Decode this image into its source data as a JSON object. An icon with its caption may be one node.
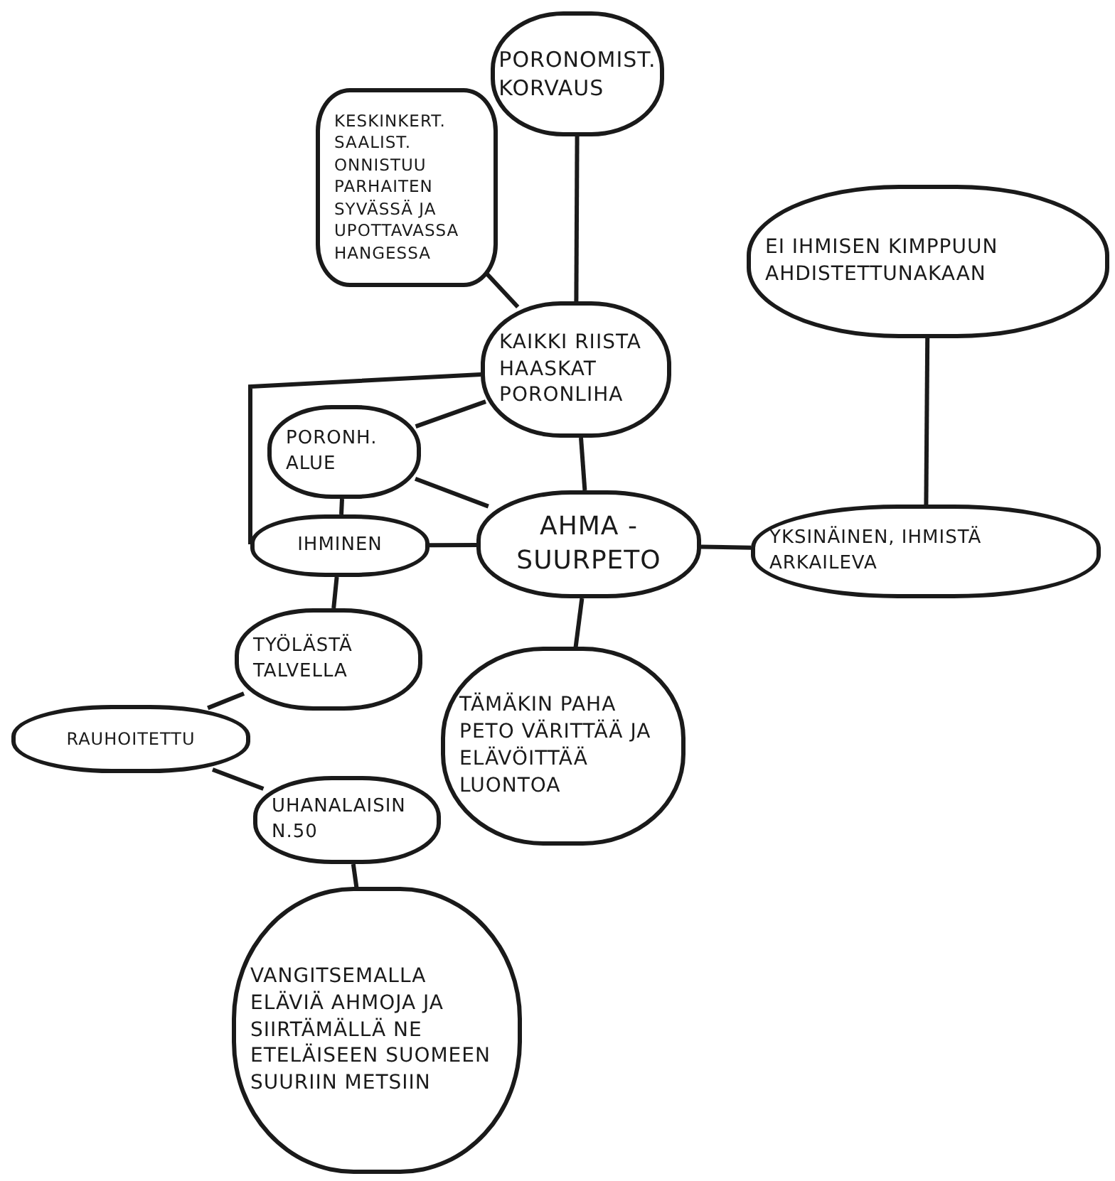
{
  "diagram": {
    "nodes": [
      {
        "text": [
          "PORONOMIST. KORVAUS"
        ]
      },
      {
        "text": [
          "KESKINKERT. SAALIST. ONNISTUU PARHAITEN SYVÄSSÄ JA UPOTTAVASSA HANGESSA"
        ]
      },
      {
        "text": [
          "EI IHMISEN KIMPPUUN AHDISTETTUNAKAAN"
        ]
      },
      {
        "text": [
          "KAIKKI RIISTA HAASKAT PORONLIHA"
        ]
      },
      {
        "text": [
          "PORONH. ALUE"
        ]
      },
      {
        "text": [
          "AHMA -SUURPETO"
        ]
      },
      {
        "text": [
          "IHMINEN"
        ]
      },
      {
        "text": [
          "YKSINÄINEN, IHMISTÄ ARKAILEVA"
        ]
      },
      {
        "text": [
          "TYÖLÄSTÄ TALVELLA"
        ]
      },
      {
        "text": [
          "TÄMÄKIN PAHA PETO VÄRITTÄÄ JA ELÄVÖITTÄÄ LUONTOA"
        ]
      },
      {
        "text": [
          "RAUHOITETTU"
        ]
      },
      {
        "text": [
          "UHANALAISIN N.50"
        ]
      },
      {
        "text": [
          "VANGITSEMALLA ELÄVIÄ AHMOJA JA SIIRTÄMÄLLÄ NE ETELÄISEEN SUOMEEN SUURIIN METSIIN"
        ]
      }
    ],
    "edges": [
      {
        "from": 0,
        "to": 3,
        "arrow": "none"
      },
      {
        "from": 1,
        "to": 3,
        "arrow": "none"
      },
      {
        "from": 3,
        "to": 6,
        "arrow": "none"
      },
      {
        "from": 4,
        "to": 3,
        "arrow": "none"
      },
      {
        "from": 3,
        "to": 5,
        "arrow": "none"
      },
      {
        "from": 4,
        "to": 5,
        "arrow": "none"
      },
      {
        "from": 4,
        "to": 6,
        "arrow": "none"
      },
      {
        "from": 6,
        "to": 5,
        "arrow": "none"
      },
      {
        "from": 5,
        "to": 7,
        "arrow": "none"
      },
      {
        "from": 7,
        "to": 2,
        "arrow": "none"
      },
      {
        "from": 5,
        "to": 9,
        "arrow": "none"
      },
      {
        "from": 6,
        "to": 8,
        "arrow": "none"
      },
      {
        "from": 8,
        "to": 10,
        "arrow": "none"
      },
      {
        "from": 10,
        "to": 11,
        "arrow": "none"
      },
      {
        "from": 11,
        "to": 12,
        "arrow": "none"
      }
    ]
  }
}
